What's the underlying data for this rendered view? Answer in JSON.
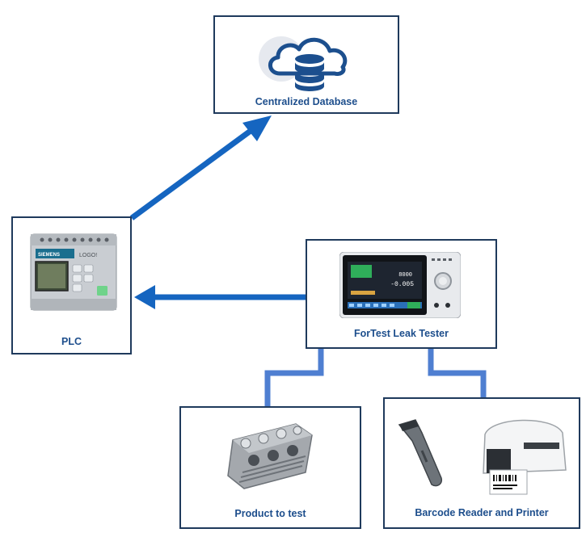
{
  "nodes": {
    "database": {
      "label": "Centralized Database",
      "icon": "cloud-database-icon"
    },
    "plc": {
      "label": "PLC",
      "device_brand": "SIEMENS",
      "device_model": "LOGO!"
    },
    "leak_tester": {
      "label": "ForTest Leak Tester",
      "screen_values": [
        "8000",
        "-0.005"
      ]
    },
    "product": {
      "label": "Product to test"
    },
    "barcode_printer": {
      "label": "Barcode Reader and Printer"
    }
  },
  "colors": {
    "arrow": "#1565c0",
    "connector": "#4f7fd1",
    "box_border": "#1f3a5c",
    "label": "#1d4e8c"
  }
}
